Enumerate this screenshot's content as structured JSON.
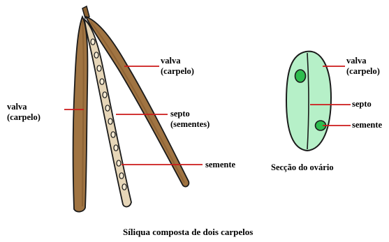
{
  "figure": {
    "caption": "Síliqua composta de dois carpelos"
  },
  "silique": {
    "labels": {
      "valva_right": [
        "valva",
        "(carpelo)"
      ],
      "valva_left": [
        "valva",
        "(carpelo)"
      ],
      "septo": [
        "septo",
        "(sementes)"
      ],
      "semente": "semente"
    }
  },
  "ovary": {
    "title": "Secção do ovário",
    "labels": {
      "valva": [
        "valva",
        "(carpelo)"
      ],
      "septo": "septo",
      "semente": "semente"
    }
  },
  "colors": {
    "pod_brown": "#a07442",
    "pod_brown_dark": "#7a5228",
    "septum_fill": "#e6d6b8",
    "ovary_fill": "#b6f0c8",
    "ovule_fill": "#2ebd4f",
    "pointer_line": "#cc1a1a"
  }
}
